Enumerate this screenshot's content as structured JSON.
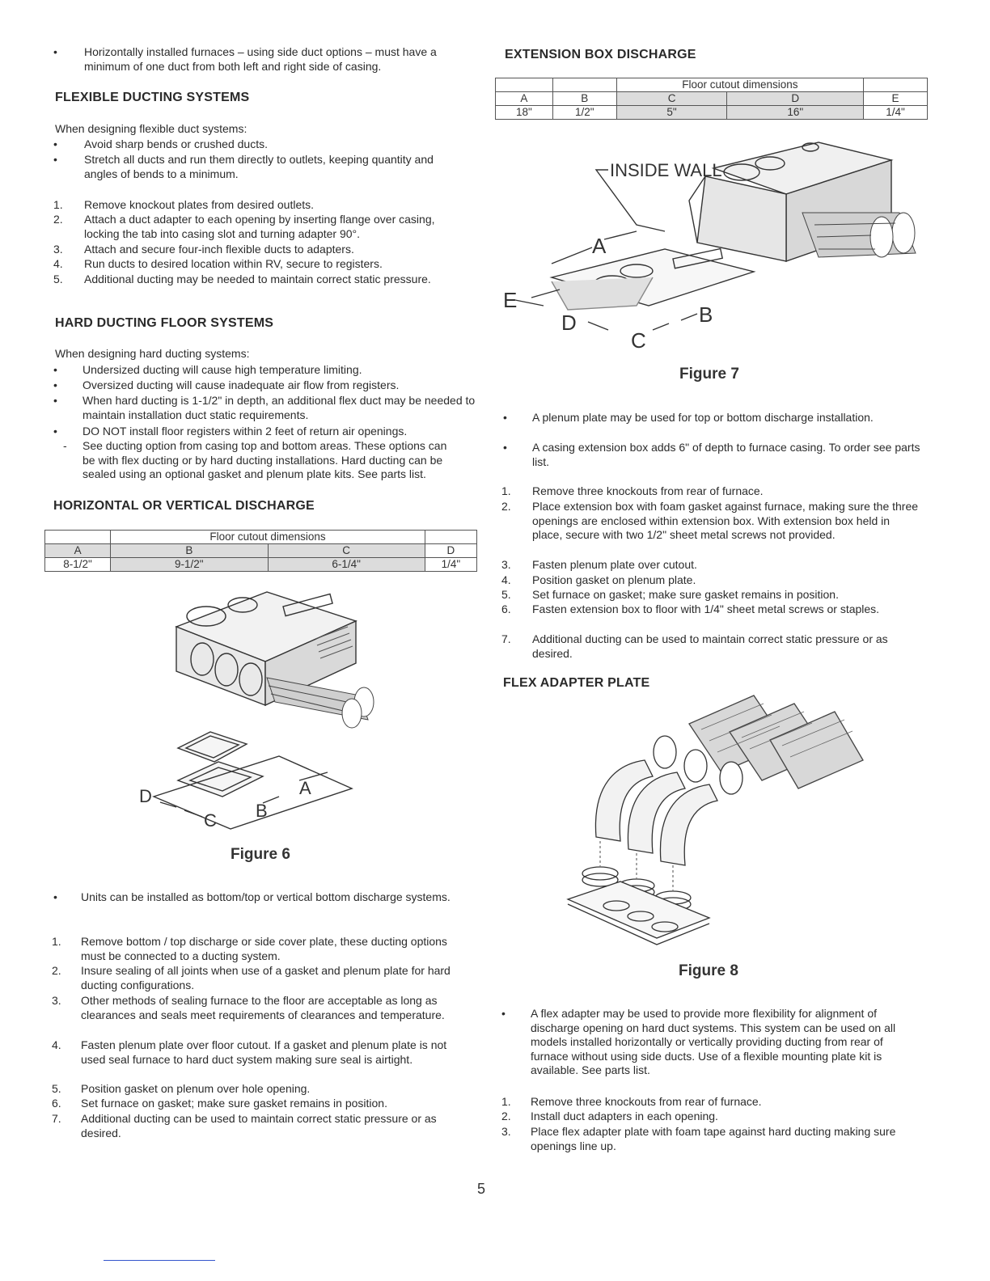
{
  "left": {
    "intro_bullet": "Horizontally installed furnaces – using side duct options – must have a minimum of one duct from both left and right side of casing.",
    "flex": {
      "heading": "FLEXIBLE DUCTING SYSTEMS",
      "lead": "When designing flexible duct systems:",
      "bullets": [
        "Avoid sharp bends or crushed ducts.",
        "Stretch all ducts and run them directly to outlets, keeping quantity and angles of bends to a minimum."
      ],
      "steps": [
        "Remove knockout plates from desired outlets.",
        "Attach a duct adapter to each opening by inserting flange over casing, locking the tab into casing slot and turning adapter 90°.",
        "Attach and secure four-inch flexible ducts to adapters.",
        "Run ducts to desired location within RV, secure to registers.",
        "Additional ducting may be needed to maintain correct static pressure."
      ]
    },
    "hard": {
      "heading": "HARD DUCTING FLOOR SYSTEMS",
      "lead": "When designing hard ducting systems:",
      "bullets": [
        "Undersized ducting will cause high temperature limiting.",
        "Oversized ducting will cause inadequate air flow from registers.",
        "When hard ducting is 1-1/2\" in depth, an additional flex duct may be needed to maintain installation duct static requirements.",
        "DO NOT install floor registers within 2 feet of return air openings."
      ],
      "dash_note": "See ducting option from casing top and bottom areas. These options can be with flex ducting or by hard ducting installations. Hard ducting can be sealed using an optional gasket and plenum plate kits. See parts list."
    },
    "horiz": {
      "heading": "HORIZONTAL OR VERTICAL DISCHARGE",
      "table": {
        "group_label": "Floor cutout dimensions",
        "headers": [
          "A",
          "B",
          "C",
          "D"
        ],
        "values": [
          "8-1/2\"",
          "9-1/2\"",
          "6-1/4\"",
          "1/4\""
        ]
      },
      "figure_labels": [
        "D",
        "C",
        "B",
        "A"
      ],
      "figure_caption": "Figure 6",
      "bullet": "Units can be installed as bottom/top or vertical bottom discharge systems.",
      "steps": [
        "Remove bottom / top discharge or side cover plate, these ducting options must be connected to a ducting system.",
        "Insure sealing of all joints when use of a gasket and plenum plate for hard ducting configurations.",
        "Other methods of sealing furnace to the floor are acceptable as long as clearances and seals meet requirements of clearances and temperature.",
        "Fasten plenum plate over floor cutout. If a gasket and plenum plate is not used seal furnace to hard duct system making sure seal is airtight.",
        "Position gasket on plenum over hole opening.",
        "Set furnace on gasket; make sure gasket remains in position.",
        "Additional ducting can be used to maintain correct static pressure or as desired."
      ]
    }
  },
  "right": {
    "ext": {
      "heading": "EXTENSION BOX DISCHARGE",
      "table": {
        "group_label": "Floor cutout dimensions",
        "headers": [
          "A",
          "B",
          "C",
          "D",
          "E"
        ],
        "values": [
          "18\"",
          "1/2\"",
          "5\"",
          "16\"",
          "1/4\""
        ]
      },
      "figure_inside_wall": "INSIDE WALL",
      "figure_labels": [
        "A",
        "E",
        "D",
        "C",
        "B"
      ],
      "figure_caption": "Figure 7",
      "bullets": [
        "A plenum plate may be used for top or bottom discharge installation.",
        "A casing extension box adds 6\" of depth to furnace casing. To order see parts list."
      ],
      "steps": [
        "Remove three knockouts from rear of furnace.",
        "Place extension box with foam gasket against furnace, making sure the three openings are enclosed within extension box. With extension box held in place, secure with two 1/2\" sheet metal screws not provided.",
        "Fasten plenum plate over cutout.",
        "Position gasket on plenum plate.",
        "Set furnace on gasket; make sure gasket remains in position.",
        "Fasten extension box to floor with 1/4\" sheet metal screws or staples.",
        "Additional ducting can be used to maintain correct static pressure or as desired."
      ]
    },
    "flexadapter": {
      "heading": "FLEX ADAPTER PLATE",
      "figure_caption": "Figure 8",
      "bullet": "A flex adapter may be used to provide more flexibility for alignment of discharge opening on hard duct systems. This system can be used on all models installed horizontally or vertically providing ducting from rear of furnace without using side ducts. Use of a flexible mounting plate kit is available. See parts list.",
      "steps": [
        "Remove three knockouts from rear of furnace.",
        "Install duct adapters in each opening.",
        "Place flex adapter plate with foam tape against hard ducting making sure openings line up."
      ]
    }
  },
  "page_number": "5",
  "markers": {
    "bullet": "•",
    "dash": "-",
    "n1": "1.",
    "n2": "2.",
    "n3": "3.",
    "n4": "4.",
    "n5": "5.",
    "n6": "6.",
    "n7": "7."
  }
}
